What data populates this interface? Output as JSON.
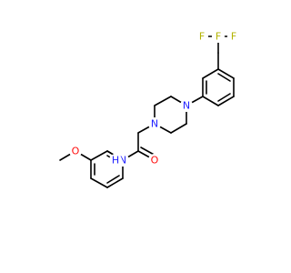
{
  "molecule": {
    "atom_colors": {
      "N": "#2222ff",
      "O": "#ff0d0d",
      "F": "#b3b300"
    },
    "labels": {
      "piperazine_n_top": "N",
      "piperazine_n_bottom": "N",
      "amide_nh": "N",
      "amide_h": "H",
      "carbonyl_o": "O",
      "methoxy_o": "O",
      "fluorine_left": "F",
      "fluorine_top": "F",
      "fluorine_right": "F"
    }
  }
}
